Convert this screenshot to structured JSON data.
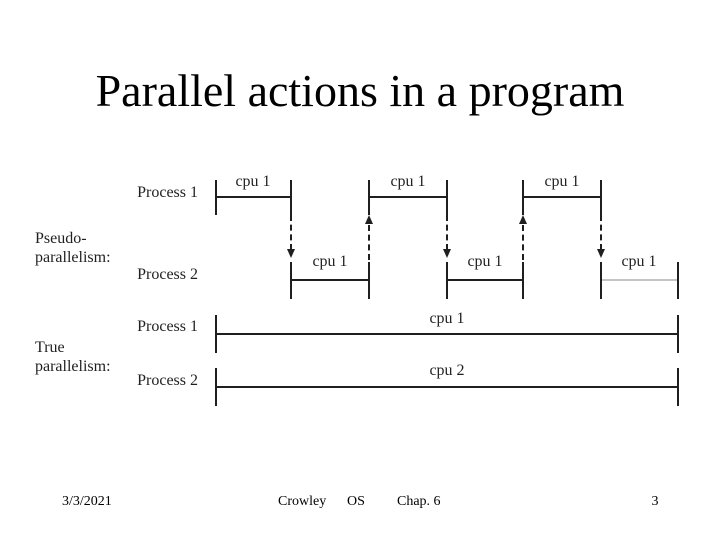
{
  "title": "Parallel actions in a program",
  "pseudo": {
    "section_label_line1": "Pseudo-",
    "section_label_line2": "parallelism:",
    "process1_label": "Process 1",
    "process2_label": "Process 2",
    "p1_segments": [
      "cpu 1",
      "cpu 1",
      "cpu 1"
    ],
    "p2_segments": [
      "cpu 1",
      "cpu 1",
      "cpu 1"
    ]
  },
  "true_parallelism": {
    "section_label_line1": "True",
    "section_label_line2": "parallelism:",
    "process1_label": "Process 1",
    "process2_label": "Process 2",
    "p1_cpu_label": "cpu 1",
    "p2_cpu_label": "cpu 2"
  },
  "footer": {
    "date": "3/3/2021",
    "author": "Crowley",
    "course": "OS",
    "chapter": "Chap. 6",
    "page_number": "3"
  },
  "colors": {
    "ink": "#1f1f1f",
    "faded_segment": "#c4c4c4",
    "background": "#ffffff"
  }
}
